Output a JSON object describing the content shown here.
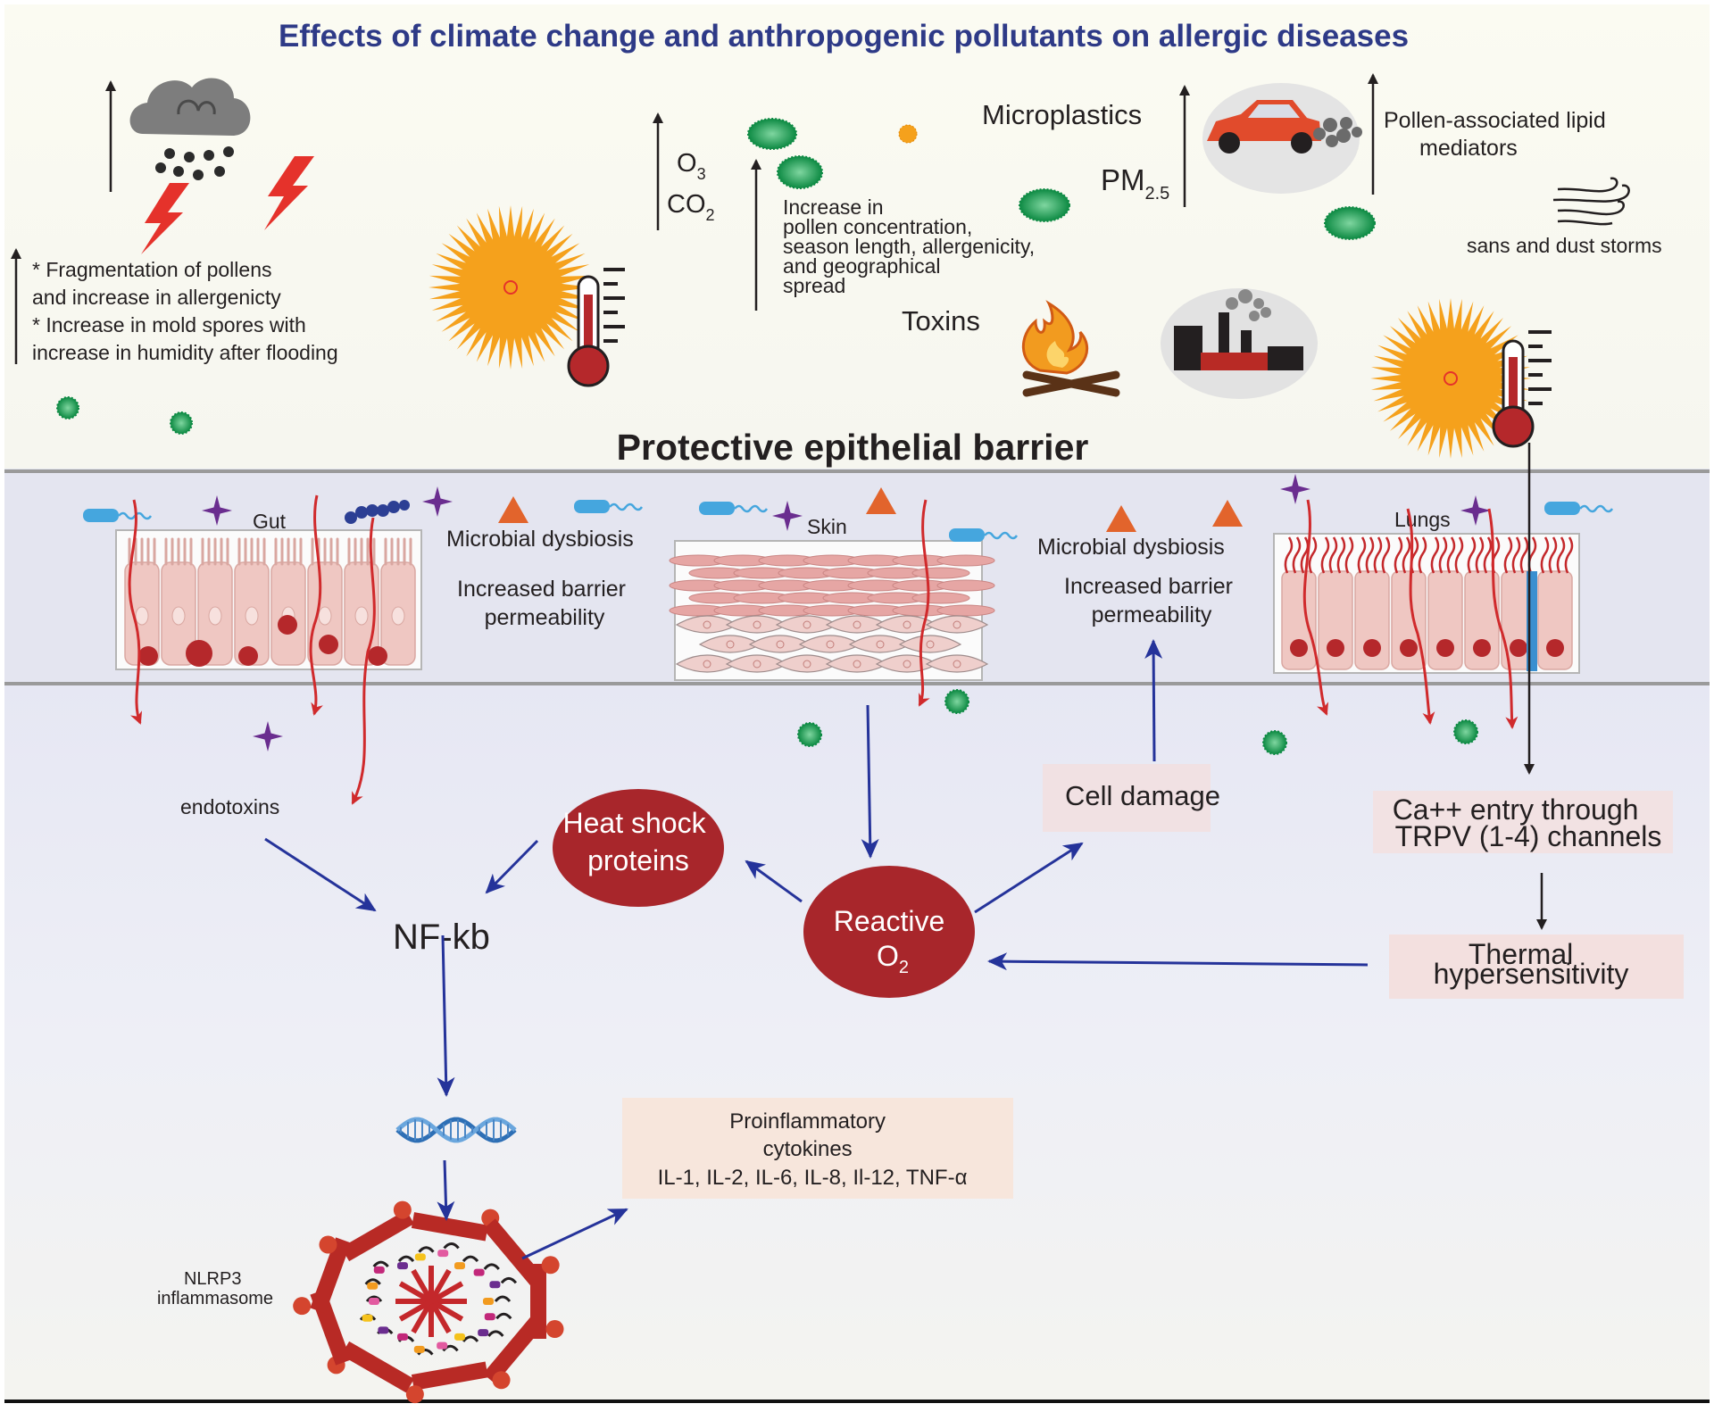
{
  "title": "Effects of climate change and anthropogenic pollutants on allergic diseases",
  "top": {
    "fragmentation_note": [
      "* Fragmentation of pollens",
      "and increase in allergenicty",
      "* Increase in mold spores with",
      "increase in humidity after flooding"
    ],
    "o3": "O",
    "o3_sub": "3",
    "co2": "CO",
    "co2_sub": "2",
    "pollen_note": [
      "Increase in",
      "pollen concentration,",
      "season length, allergenicity,",
      "and geographical",
      "spread"
    ],
    "microplastics": "Microplastics",
    "pm": "PM",
    "pm_sub": "2.5",
    "toxins": "Toxins",
    "lipid_note": [
      "Pollen-associated lipid",
      "mediators"
    ],
    "storms": "sans and dust storms"
  },
  "barrier": {
    "title": "Protective epithelial barrier",
    "gut": "Gut",
    "skin": "Skin",
    "lungs": "Lungs",
    "dysbiosis_left": "Microbial dysbiosis",
    "permeability_left": [
      "Increased barrier",
      "permeability"
    ],
    "dysbiosis_right": "Microbial dysbiosis",
    "permeability_right": [
      "Increased barrier",
      "permeability"
    ]
  },
  "pathway": {
    "endotoxins": "endotoxins",
    "heat_shock": [
      "Heat shock",
      "proteins"
    ],
    "reactive": "Reactive",
    "o2": "O",
    "o2_sub": "2",
    "cell_damage": "Cell damage",
    "ca_entry": [
      "Ca++ entry through",
      "TRPV (1-4) channels"
    ],
    "thermal": [
      "Thermal",
      "hypersensitivity"
    ],
    "nfkb": "NF-kb",
    "nlrp3": [
      "NLRP3",
      "inflammasome"
    ],
    "cytokines": [
      "Proinflammatory",
      "cytokines",
      "IL-1, IL-2, IL-6, IL-8, Il-12, TNF-α"
    ]
  },
  "colors": {
    "title_blue": "#2e3a87",
    "arrow_blue": "#25339a",
    "dark_red": "#a8262b",
    "bg_top": "#fbfbf4",
    "bg_mid": "#e8e8f4",
    "cell_pink": "#efc7c2",
    "sun_orange": "#f5a11c",
    "pollen_green": "#1aa04f",
    "label_pink": "#f3e3e3",
    "cytokine_box": "#f7e6dc"
  }
}
